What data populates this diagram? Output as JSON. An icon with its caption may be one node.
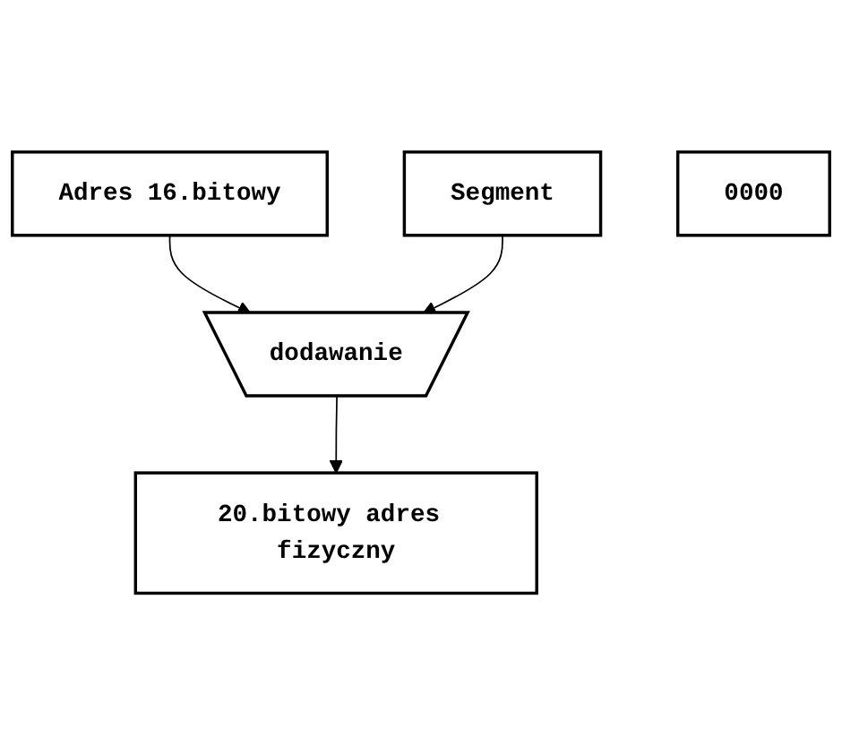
{
  "diagram": {
    "nodes": [
      {
        "text": [
          "Adres 16.bitowy"
        ]
      },
      {
        "text": [
          "Segment"
        ]
      },
      {
        "text": [
          "0000"
        ]
      },
      {
        "text": [
          "dodawanie"
        ]
      },
      {
        "text": [
          "20.bitowy adres fizyczny"
        ]
      }
    ],
    "edges": [
      {
        "from": 0,
        "to": 3,
        "arrow": "to"
      },
      {
        "from": 1,
        "to": 3,
        "arrow": "to"
      },
      {
        "from": 3,
        "to": 4,
        "arrow": "to"
      }
    ]
  }
}
